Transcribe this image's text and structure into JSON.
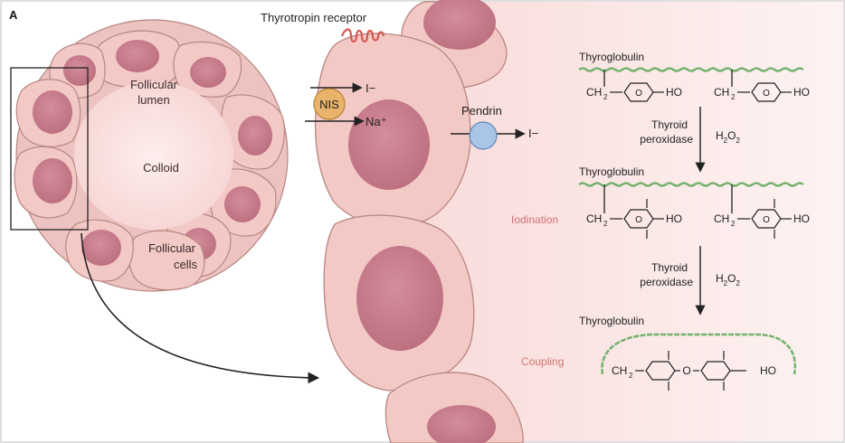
{
  "panel_label": "A",
  "labels": {
    "thyrotropin_receptor": "Thyrotropin receptor",
    "follicular_lumen_1": "Follicular",
    "follicular_lumen_2": "lumen",
    "colloid": "Colloid",
    "follicular_cells_1": "Follicular",
    "follicular_cells_2": "cells",
    "nis": "NIS",
    "iodide_in": "I−",
    "sodium": "Na⁺",
    "pendrin": "Pendrin",
    "iodide_out": "I−"
  },
  "pathway": {
    "thyroglobulin_1": "Thyroglobulin",
    "thyroglobulin_2": "Thyroglobulin",
    "thyroglobulin_3": "Thyroglobulin",
    "ch2": "CH",
    "ch2_sub": "2",
    "ho": "HO",
    "ring_o": "O",
    "iodination": "Iodination",
    "coupling": "Coupling",
    "enzyme_line1": "Thyroid",
    "enzyme_line2": "peroxidase",
    "h2o2_h": "H",
    "h2o2_2a": "2",
    "h2o2_o": "O",
    "h2o2_2b": "2"
  },
  "colors": {
    "cell_fill": "#f3c9c6",
    "cell_stroke": "#b98580",
    "nucleus": "#c67b8a",
    "colloid_bg": "#fbe6e4",
    "protein_green": "#74b26e",
    "receptor_red": "#d65a52",
    "nis_orange": "#e9b36a",
    "pendrin_blue": "#a9c5e8",
    "label_pink": "#d37472"
  }
}
